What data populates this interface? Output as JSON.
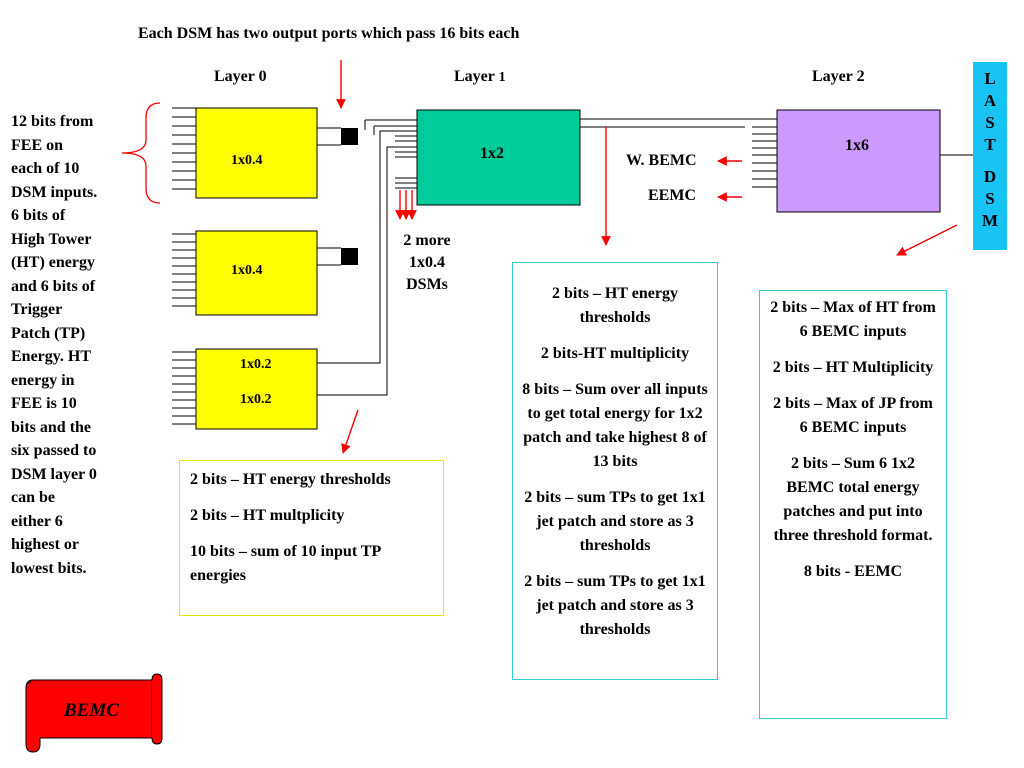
{
  "title": "Each DSM has two output ports which pass 16 bits each",
  "layers": {
    "layer0": "Layer 0",
    "layer1": "Layer ",
    "layer1_num": "1",
    "layer2": "Layer 2"
  },
  "fee_note": [
    "12 bits from",
    "FEE on",
    "each of 10",
    "DSM inputs.",
    "6 bits of",
    "High Tower",
    "(HT) energy",
    "and 6 bits of",
    "Trigger",
    "Patch (TP)",
    "Energy. HT",
    "energy in",
    "FEE is 10",
    "bits and the",
    "six passed to",
    "DSM layer 0",
    "can be",
    "either 6",
    "highest or",
    "lowest bits."
  ],
  "boxes": {
    "l0a": "1x0.4",
    "l0b": "1x0.4",
    "l0c_1": "1x0.2",
    "l0c_2": "1x0.2",
    "l1": "1x2",
    "l2": "1x6"
  },
  "more_dsms": [
    "2 more",
    "1x0.4",
    "DSMs"
  ],
  "outputs": {
    "wbemc": "W. BEMC",
    "eemc": "EEMC"
  },
  "last_dsm": [
    "L",
    "A",
    "S",
    "T",
    "",
    "D",
    "S",
    "M"
  ],
  "layer0_bits": [
    "2 bits – HT energy thresholds",
    "2 bits – HT multplicity",
    "10 bits – sum of 10 input TP energies"
  ],
  "layer1_bits": [
    "2 bits – HT energy thresholds",
    "2 bits-HT multiplicity",
    "8 bits – Sum over all inputs to get total energy for 1x2 patch and take highest 8 of 13 bits",
    "2 bits – sum TPs to get 1x1 jet patch and store as 3 thresholds",
    "2 bits – sum TPs to get 1x1 jet patch and store as 3 thresholds"
  ],
  "layer2_bits": [
    "2 bits – Max of HT from 6 BEMC inputs",
    "2 bits – HT Multiplicity",
    "2 bits – Max of JP from 6 BEMC inputs",
    "2 bits – Sum 6 1x2 BEMC total energy patches and put into three threshold format.",
    "8 bits - EEMC"
  ],
  "banner": "BEMC",
  "colors": {
    "yellow": "#ffff00",
    "green": "#00cc99",
    "purple": "#cc99ff",
    "cyan": "#19c3f5",
    "red": "#ff0000"
  }
}
